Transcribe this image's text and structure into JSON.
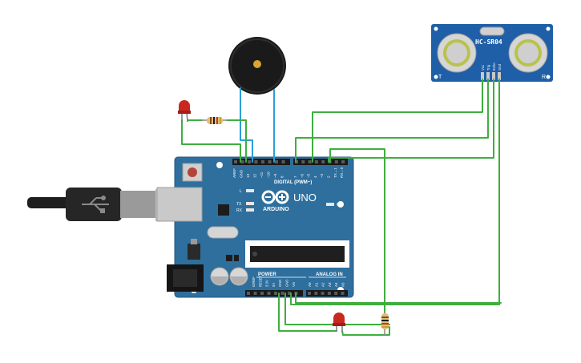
{
  "sensor": {
    "name": "HC-SR04",
    "left_mark": "T",
    "right_mark": "R",
    "pins": [
      "Vcc",
      "Trig",
      "Echo",
      "Gnd"
    ]
  },
  "board": {
    "brand": "ARDUINO",
    "model": "UNO",
    "digital_header_label": "DIGITAL (PWM~)",
    "power_header_label": "POWER",
    "analog_header_label": "ANALOG IN",
    "on_led": "ON",
    "l_led": "L",
    "tx_led": "TX",
    "rx_led": "RX",
    "digital_pins": [
      "AREF",
      "GND",
      "13",
      "12",
      "~11",
      "~10",
      "~9",
      "8",
      "7",
      "~6",
      "~5",
      "4",
      "~3",
      "2",
      "TX→1",
      "RX←0"
    ],
    "power_pins": [
      "IOREF",
      "RESET",
      "3.3V",
      "5V",
      "GND",
      "GND",
      "Vin"
    ],
    "analog_pins": [
      "A0",
      "A1",
      "A2",
      "A3",
      "A4",
      "A5"
    ]
  },
  "colors": {
    "board": "#2e6f9e",
    "wire_green": "#3fae3f",
    "wire_blue": "#2a9fd6",
    "led_red": "#c8281e",
    "sensor": "#1f5fa8"
  }
}
